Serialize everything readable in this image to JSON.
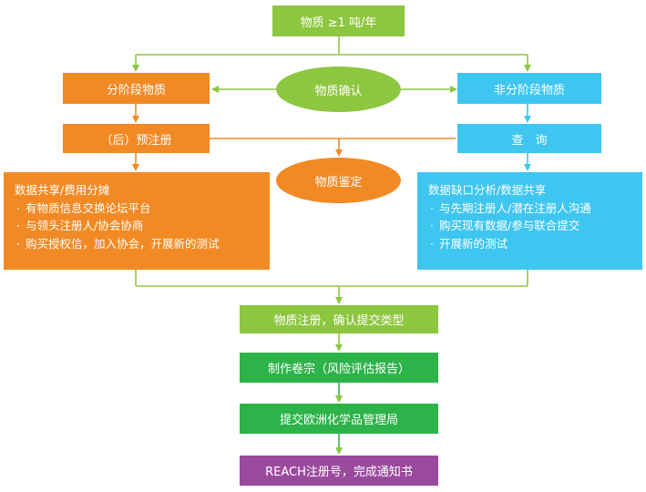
{
  "colors": {
    "green_light": "#8DC63F",
    "green_dark": "#2DB34A",
    "orange": "#F18A25",
    "blue": "#3EC5F0",
    "purple": "#9A4A9D"
  },
  "top": {
    "label": "物质 ≥1 吨/年"
  },
  "confirm": {
    "label": "物质确认"
  },
  "phase_in": {
    "label": "分阶段物质"
  },
  "non_phase_in": {
    "label": "非分阶段物质"
  },
  "pre_register": {
    "label": "（后）预注册"
  },
  "inquiry": {
    "label": "查　询"
  },
  "identify": {
    "label": "物质鉴定"
  },
  "left_panel": {
    "title": "数据共享/费用分摊",
    "items": [
      "有物质信息交换论坛平台",
      "与领头注册人/协会协商",
      "购买授权信，加入协会，开展新的测试"
    ]
  },
  "right_panel": {
    "title": "数据缺口分析/数据共享",
    "items": [
      "与先期注册人/潜在注册人沟通",
      "购买现有数据/参与联合提交",
      "开展新的测试"
    ]
  },
  "register": {
    "label": "物质注册，确认提交类型"
  },
  "dossier": {
    "label": "制作卷宗（风险评估报告）"
  },
  "submit": {
    "label": "提交欧洲化学品管理局"
  },
  "reach": {
    "label": "REACH注册号，完成通知书"
  }
}
